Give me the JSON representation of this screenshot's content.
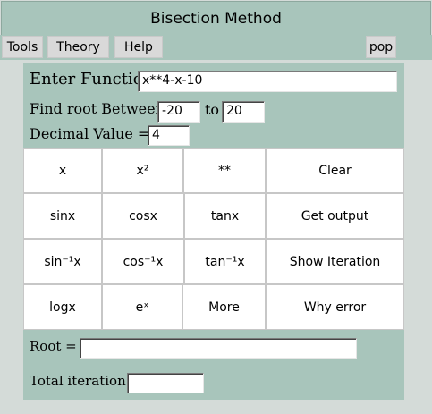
{
  "window": {
    "title": "Bisection Method"
  },
  "menu": {
    "tools": "Tools",
    "theory": "Theory",
    "help": "Help",
    "pop": "pop"
  },
  "form": {
    "function_label": "Enter Function",
    "function_value": "x**4-x-10",
    "between_label": "Find root Between",
    "from_value": "-20",
    "to_label": "to",
    "to_value": "20",
    "decimal_label": "Decimal Value =",
    "decimal_value": "4"
  },
  "keypad": {
    "rows": [
      [
        "x",
        "x²",
        "**",
        "Clear"
      ],
      [
        "sinx",
        "cosx",
        "tanx",
        "Get output"
      ],
      [
        "sin⁻¹x",
        "cos⁻¹x",
        "tan⁻¹x",
        "Show Iteration"
      ],
      [
        "logx",
        "eˣ",
        "More",
        "Why error"
      ]
    ]
  },
  "results": {
    "root_label": "Root =",
    "root_value": "",
    "iteration_label": "Total iteration=",
    "iteration_value": ""
  },
  "colors": {
    "panel": "#a8c5bb",
    "background": "#d4dbd8",
    "key": "#ffffff"
  }
}
